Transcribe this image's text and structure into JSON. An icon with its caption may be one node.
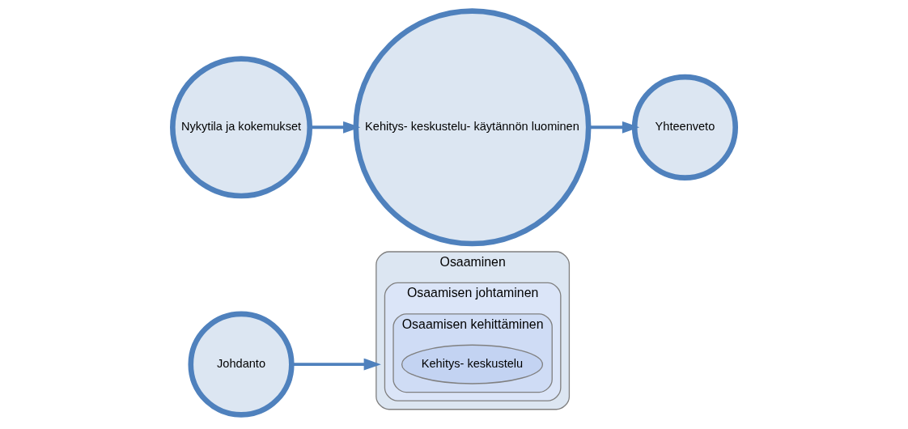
{
  "diagram": {
    "nodes": [
      {
        "text": [
          "Johdanto"
        ]
      },
      {
        "text": [
          "Osaaminen"
        ]
      },
      {
        "text": [
          "Osaamisen johtaminen"
        ],
        "in": 1
      },
      {
        "text": [
          "Osaamisen kehittäminen"
        ],
        "in": 2
      },
      {
        "text": [
          "Kehitys- keskustelu"
        ],
        "in": 3
      },
      {
        "text": [
          "Nykytila ja kokemukset"
        ]
      },
      {
        "text": [
          "Kehitys- keskustelu- käytännön luominen"
        ]
      },
      {
        "text": [
          "Yhteenveto"
        ]
      }
    ],
    "edges": [
      {
        "from": 0,
        "to": 1,
        "arrow": "to"
      },
      {
        "from": 5,
        "to": 6,
        "arrow": "to"
      },
      {
        "from": 6,
        "to": 7,
        "arrow": "to"
      }
    ]
  }
}
